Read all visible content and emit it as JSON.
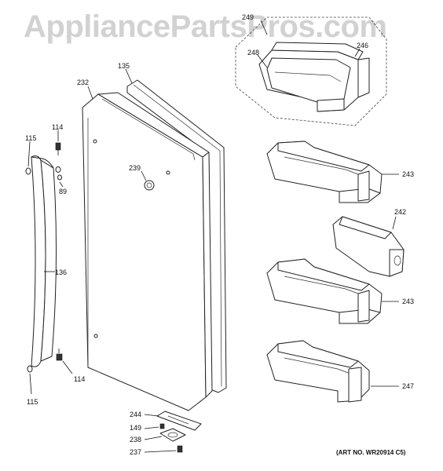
{
  "watermark": "AppliancePartsPros.com",
  "art_number": "(ART NO. WR20914 C5)",
  "labels": {
    "p249": "249",
    "p248": "248",
    "p246": "246",
    "p135": "135",
    "p232": "232",
    "p114a": "114",
    "p115a": "115",
    "p239": "239",
    "p89": "89",
    "p243a": "243",
    "p242": "242",
    "p136": "136",
    "p243b": "243",
    "p247": "247",
    "p114b": "114",
    "p115b": "115",
    "p244": "244",
    "p149": "149",
    "p238": "238",
    "p237": "237"
  }
}
